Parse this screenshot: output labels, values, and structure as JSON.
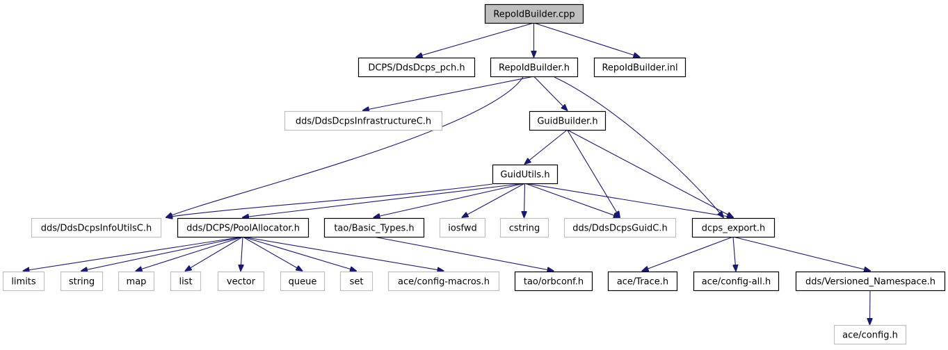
{
  "diagram": {
    "edge_color": "#191970",
    "root_fill": "#bfbfbf",
    "external_border": "#bfbfbf",
    "nodes": [
      {
        "id": "RepoIdBuilder.cpp",
        "label": "RepoIdBuilder.cpp",
        "kind": "root"
      },
      {
        "id": "DCPS/DdsDcps_pch.h",
        "label": "DCPS/DdsDcps_pch.h",
        "kind": "internal"
      },
      {
        "id": "RepoIdBuilder.h",
        "label": "RepoIdBuilder.h",
        "kind": "internal"
      },
      {
        "id": "RepoIdBuilder.inl",
        "label": "RepoIdBuilder.inl",
        "kind": "internal"
      },
      {
        "id": "dds/DdsDcpsInfrastructureC.h",
        "label": "dds/DdsDcpsInfrastructureC.h",
        "kind": "external"
      },
      {
        "id": "GuidBuilder.h",
        "label": "GuidBuilder.h",
        "kind": "internal"
      },
      {
        "id": "GuidUtils.h",
        "label": "GuidUtils.h",
        "kind": "internal"
      },
      {
        "id": "dds/DdsDcpsInfoUtilsC.h",
        "label": "dds/DdsDcpsInfoUtilsC.h",
        "kind": "external"
      },
      {
        "id": "dds/DCPS/PoolAllocator.h",
        "label": "dds/DCPS/PoolAllocator.h",
        "kind": "internal"
      },
      {
        "id": "tao/Basic_Types.h",
        "label": "tao/Basic_Types.h",
        "kind": "internal"
      },
      {
        "id": "iosfwd",
        "label": "iosfwd",
        "kind": "external"
      },
      {
        "id": "cstring",
        "label": "cstring",
        "kind": "external"
      },
      {
        "id": "dds/DdsDcpsGuidC.h",
        "label": "dds/DdsDcpsGuidC.h",
        "kind": "external"
      },
      {
        "id": "dcps_export.h",
        "label": "dcps_export.h",
        "kind": "internal"
      },
      {
        "id": "limits",
        "label": "limits",
        "kind": "external"
      },
      {
        "id": "string",
        "label": "string",
        "kind": "external"
      },
      {
        "id": "map",
        "label": "map",
        "kind": "external"
      },
      {
        "id": "list",
        "label": "list",
        "kind": "external"
      },
      {
        "id": "vector",
        "label": "vector",
        "kind": "external"
      },
      {
        "id": "queue",
        "label": "queue",
        "kind": "external"
      },
      {
        "id": "set",
        "label": "set",
        "kind": "external"
      },
      {
        "id": "ace/config-macros.h",
        "label": "ace/config-macros.h",
        "kind": "external"
      },
      {
        "id": "tao/orbconf.h",
        "label": "tao/orbconf.h",
        "kind": "internal"
      },
      {
        "id": "ace/Trace.h",
        "label": "ace/Trace.h",
        "kind": "internal"
      },
      {
        "id": "ace/config-all.h",
        "label": "ace/config-all.h",
        "kind": "internal"
      },
      {
        "id": "dds/Versioned_Namespace.h",
        "label": "dds/Versioned_Namespace.h",
        "kind": "internal"
      },
      {
        "id": "ace/config.h",
        "label": "ace/config.h",
        "kind": "external"
      }
    ],
    "edges": [
      [
        "RepoIdBuilder.cpp",
        "DCPS/DdsDcps_pch.h"
      ],
      [
        "RepoIdBuilder.cpp",
        "RepoIdBuilder.h"
      ],
      [
        "RepoIdBuilder.cpp",
        "RepoIdBuilder.inl"
      ],
      [
        "RepoIdBuilder.h",
        "dds/DdsDcpsInfrastructureC.h"
      ],
      [
        "RepoIdBuilder.h",
        "GuidBuilder.h"
      ],
      [
        "RepoIdBuilder.h",
        "dds/DdsDcpsInfoUtilsC.h"
      ],
      [
        "RepoIdBuilder.h",
        "dcps_export.h"
      ],
      [
        "GuidBuilder.h",
        "GuidUtils.h"
      ],
      [
        "GuidBuilder.h",
        "dds/DdsDcpsGuidC.h"
      ],
      [
        "GuidBuilder.h",
        "dcps_export.h"
      ],
      [
        "GuidUtils.h",
        "dds/DdsDcpsInfoUtilsC.h"
      ],
      [
        "GuidUtils.h",
        "dds/DCPS/PoolAllocator.h"
      ],
      [
        "GuidUtils.h",
        "tao/Basic_Types.h"
      ],
      [
        "GuidUtils.h",
        "iosfwd"
      ],
      [
        "GuidUtils.h",
        "cstring"
      ],
      [
        "GuidUtils.h",
        "dds/DdsDcpsGuidC.h"
      ],
      [
        "GuidUtils.h",
        "dcps_export.h"
      ],
      [
        "dds/DCPS/PoolAllocator.h",
        "limits"
      ],
      [
        "dds/DCPS/PoolAllocator.h",
        "string"
      ],
      [
        "dds/DCPS/PoolAllocator.h",
        "map"
      ],
      [
        "dds/DCPS/PoolAllocator.h",
        "list"
      ],
      [
        "dds/DCPS/PoolAllocator.h",
        "vector"
      ],
      [
        "dds/DCPS/PoolAllocator.h",
        "queue"
      ],
      [
        "dds/DCPS/PoolAllocator.h",
        "set"
      ],
      [
        "dds/DCPS/PoolAllocator.h",
        "ace/config-macros.h"
      ],
      [
        "tao/Basic_Types.h",
        "tao/orbconf.h"
      ],
      [
        "dcps_export.h",
        "ace/Trace.h"
      ],
      [
        "dcps_export.h",
        "ace/config-all.h"
      ],
      [
        "dcps_export.h",
        "dds/Versioned_Namespace.h"
      ],
      [
        "dds/Versioned_Namespace.h",
        "ace/config.h"
      ]
    ]
  }
}
